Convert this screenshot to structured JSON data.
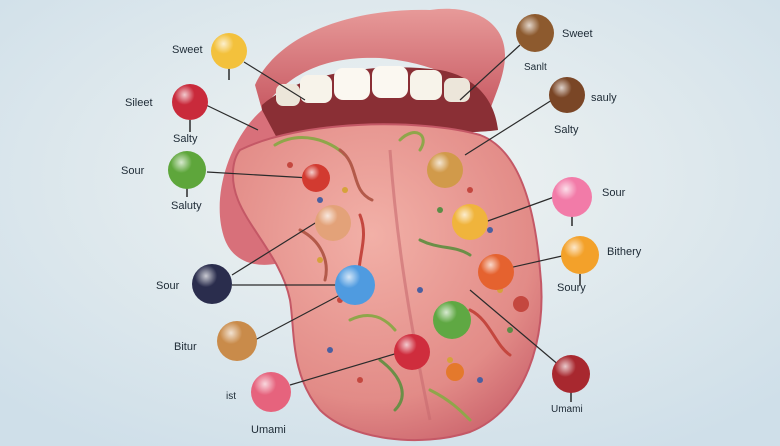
{
  "labels": [
    {
      "id": "sweet_left",
      "text": "Sweet"
    },
    {
      "id": "silet",
      "text": "Sileet"
    },
    {
      "id": "salty_left",
      "text": "Salty"
    },
    {
      "id": "sour_left_top",
      "text": "Sour"
    },
    {
      "id": "saluty",
      "text": "Saluty"
    },
    {
      "id": "sour_left_mid",
      "text": "Sour"
    },
    {
      "id": "bitur",
      "text": "Bitur"
    },
    {
      "id": "ist",
      "text": "ist"
    },
    {
      "id": "umami_left",
      "text": "Umami"
    },
    {
      "id": "sweet_right",
      "text": "Sweet"
    },
    {
      "id": "sanlt",
      "text": "Sanlt"
    },
    {
      "id": "sauly",
      "text": "sauly"
    },
    {
      "id": "salty_right",
      "text": "Salty"
    },
    {
      "id": "sour_right",
      "text": "Sour"
    },
    {
      "id": "bithery",
      "text": "Bithery"
    },
    {
      "id": "soury",
      "text": "Soury"
    },
    {
      "id": "umami_right",
      "text": "Umami"
    }
  ],
  "colors": {
    "background": "#dfeaf0",
    "lip": "#d9767a",
    "tongue": "#e69a93",
    "mouth_interior": "#8a2f35",
    "teeth": "#f7f3ea",
    "leader_line": "#2b2b2b"
  }
}
